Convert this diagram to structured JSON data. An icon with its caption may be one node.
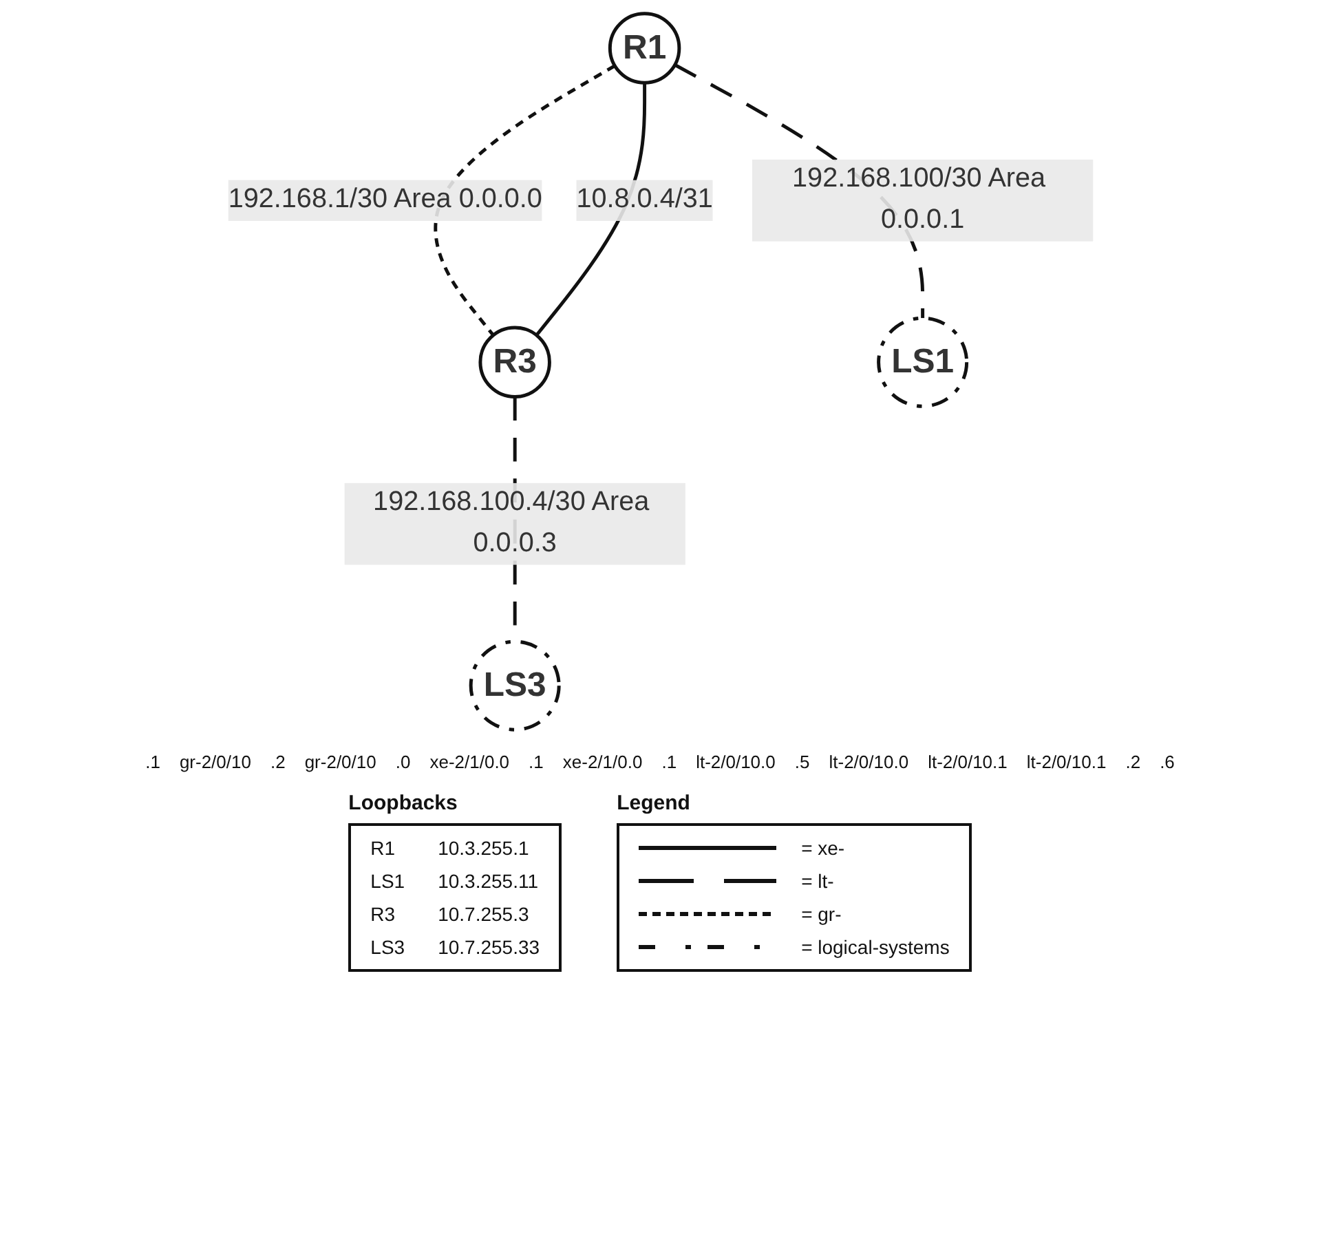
{
  "diagram": {
    "nodes": [
      {
        "text": [
          "R1"
        ]
      },
      {
        "text": [
          "R3"
        ]
      },
      {
        "text": [
          "LS1"
        ]
      },
      {
        "text": [
          "LS3"
        ]
      }
    ],
    "edges": [
      {
        "from": 0,
        "to": 1,
        "arrow": "none",
        "label": "192.168.1/30 Area 0.0.0.0",
        "style": "dashed"
      },
      {
        "from": 0,
        "to": 1,
        "arrow": "none",
        "label": "10.8.0.4/31"
      },
      {
        "from": 0,
        "to": 2,
        "arrow": "none",
        "label": "192.168.100/30 Area 0.0.0.1",
        "style": "dashed"
      },
      {
        "from": 1,
        "to": 3,
        "arrow": "none",
        "label": "192.168.100.4/30 Area 0.0.0.3",
        "style": "dashed"
      }
    ],
    "labels": [
      ".1",
      "gr-2/0/10",
      ".2",
      "gr-2/0/10",
      ".0",
      "xe-2/1/0.0",
      ".1",
      "xe-2/1/0.0",
      ".1",
      "lt-2/0/10.0",
      ".5",
      "lt-2/0/10.0",
      "lt-2/0/10.1",
      "lt-2/0/10.1",
      ".2",
      ".6",
      "Loopbacks",
      "R1",
      "10.3.255.1",
      "LS1",
      "10.3.255.11",
      "R3",
      "10.7.255.3",
      "LS3",
      "10.7.255.33",
      "Legend"
    ],
    "legend": [
      {
        "text": "= xe-"
      },
      {
        "text": "= lt-"
      },
      {
        "text": "= gr-"
      },
      {
        "text": "= logical-systems"
      }
    ]
  }
}
